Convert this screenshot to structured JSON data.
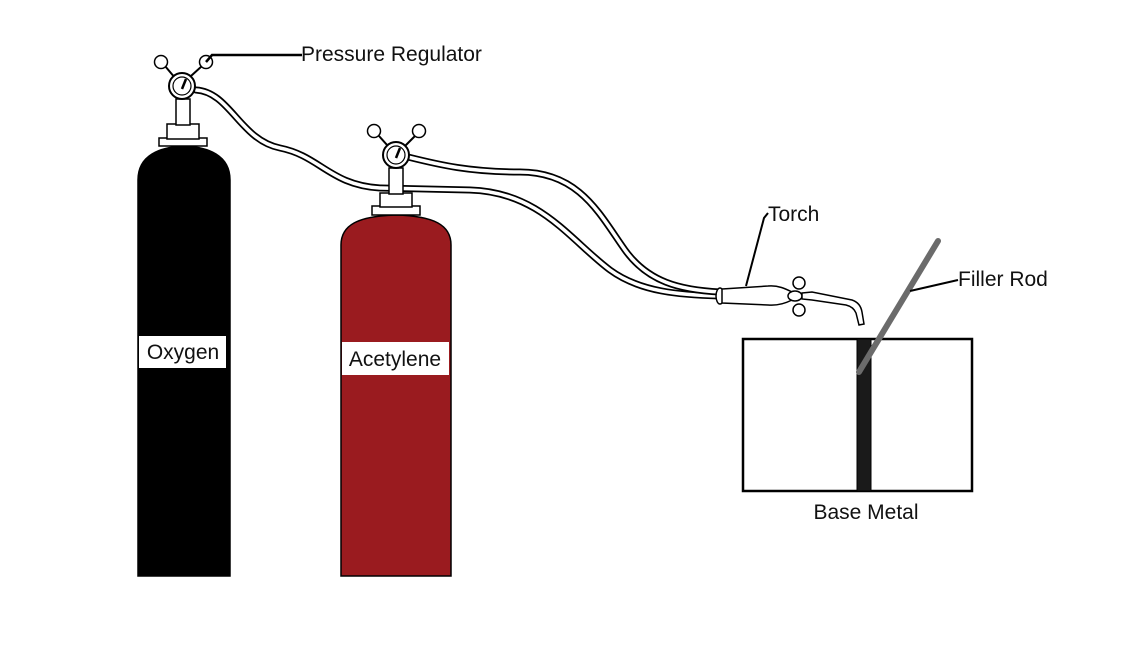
{
  "labels": {
    "pressure_regulator": "Pressure Regulator",
    "oxygen": "Oxygen",
    "acetylene": "Acetylene",
    "torch": "Torch",
    "filler_rod": "Filler Rod",
    "base_metal": "Base Metal"
  },
  "colors": {
    "oxygen_cylinder": "#000000",
    "acetylene_cylinder": "#9a1b1f",
    "line": "#000000",
    "filler_rod": "#6b6b6b",
    "weld_seam": "#1a1a1a"
  }
}
